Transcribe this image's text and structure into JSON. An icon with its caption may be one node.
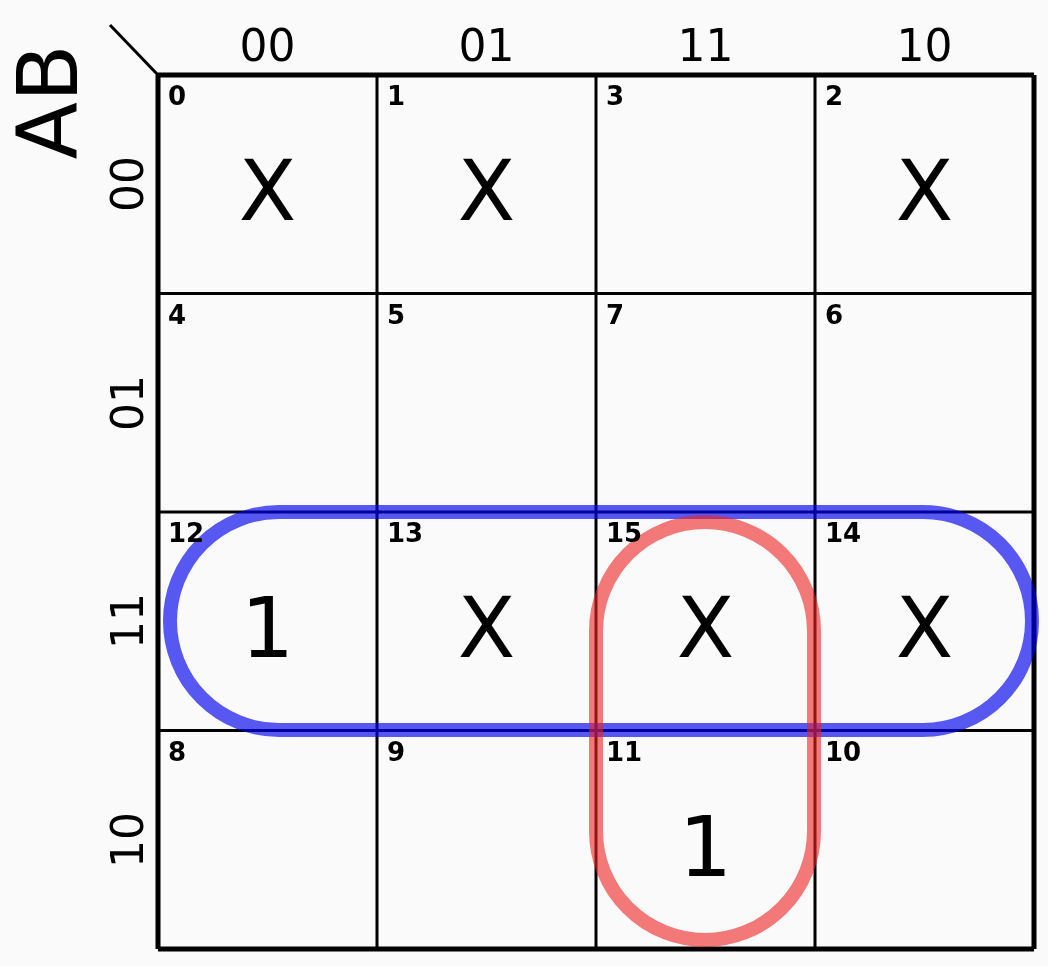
{
  "diagram": {
    "nodes": [
      {
        "text": [
          "0",
          "X"
        ]
      },
      {
        "text": [
          "1",
          "X"
        ]
      },
      {
        "text": [
          "3"
        ]
      },
      {
        "text": [
          "2",
          "X"
        ]
      },
      {
        "text": [
          "4"
        ]
      },
      {
        "text": [
          "5"
        ]
      },
      {
        "text": [
          "7"
        ]
      },
      {
        "text": [
          "6"
        ]
      },
      {
        "text": [
          "12",
          "1"
        ]
      },
      {
        "text": [
          "13",
          "X"
        ]
      },
      {
        "text": [
          "15",
          "X"
        ]
      },
      {
        "text": [
          "14",
          "X"
        ]
      },
      {
        "text": [
          "8"
        ]
      },
      {
        "text": [
          "9"
        ]
      },
      {
        "text": [
          "11",
          "1"
        ]
      },
      {
        "text": [
          "10"
        ]
      }
    ],
    "edges": [],
    "labels": [
      "AB",
      "00",
      "01",
      "11",
      "10",
      "00",
      "01",
      "11",
      "10"
    ]
  }
}
